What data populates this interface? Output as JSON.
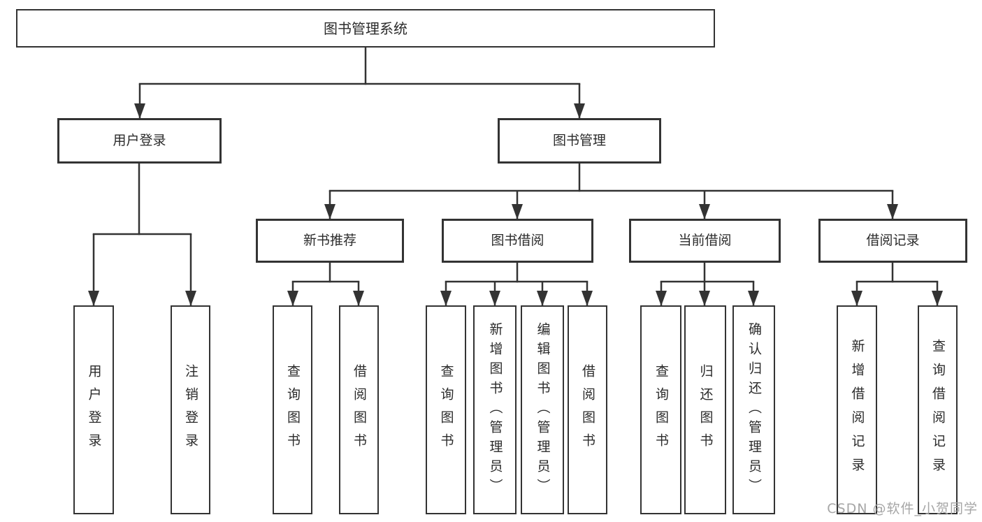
{
  "diagram": {
    "title": "图书管理系统",
    "watermark": "CSDN @软件_小贺同学",
    "colors": {
      "line": "#333333",
      "border": "#333333",
      "text": "#2b2b2b",
      "watermark": "#a6a6a6",
      "background": "#ffffff"
    },
    "nodes": {
      "root": {
        "label": "图书管理系统"
      },
      "user_login": {
        "label": "用户登录"
      },
      "book_mgmt": {
        "label": "图书管理"
      },
      "new_book_rec": {
        "label": "新书推荐"
      },
      "book_borrow": {
        "label": "图书借阅"
      },
      "current_borrow": {
        "label": "当前借阅"
      },
      "borrow_record": {
        "label": "借阅记录"
      },
      "leaf_user_login": {
        "label": "用户登录"
      },
      "leaf_logout": {
        "label": "注销登录"
      },
      "leaf_query_book_1": {
        "label": "查询图书"
      },
      "leaf_borrow_book_1": {
        "label": "借阅图书"
      },
      "leaf_query_book_2": {
        "label": "查询图书"
      },
      "leaf_add_book": {
        "label": "新增图书（管理员）"
      },
      "leaf_edit_book": {
        "label": "编辑图书（管理员）"
      },
      "leaf_borrow_book_2": {
        "label": "借阅图书"
      },
      "leaf_query_book_3": {
        "label": "查询图书"
      },
      "leaf_return_book": {
        "label": "归还图书"
      },
      "leaf_confirm_return": {
        "label": "确认归还（管理员）"
      },
      "leaf_add_record": {
        "label": "新增借阅记录"
      },
      "leaf_query_record": {
        "label": "查询借阅记录"
      }
    },
    "edges": [
      {
        "from": "root",
        "to": [
          "user_login",
          "book_mgmt"
        ]
      },
      {
        "from": "user_login",
        "to": [
          "leaf_user_login",
          "leaf_logout"
        ]
      },
      {
        "from": "book_mgmt",
        "to": [
          "new_book_rec",
          "book_borrow",
          "current_borrow",
          "borrow_record"
        ]
      },
      {
        "from": "new_book_rec",
        "to": [
          "leaf_query_book_1",
          "leaf_borrow_book_1"
        ]
      },
      {
        "from": "book_borrow",
        "to": [
          "leaf_query_book_2",
          "leaf_add_book",
          "leaf_edit_book",
          "leaf_borrow_book_2"
        ]
      },
      {
        "from": "current_borrow",
        "to": [
          "leaf_query_book_3",
          "leaf_return_book",
          "leaf_confirm_return"
        ]
      },
      {
        "from": "borrow_record",
        "to": [
          "leaf_add_record",
          "leaf_query_record"
        ]
      }
    ]
  }
}
